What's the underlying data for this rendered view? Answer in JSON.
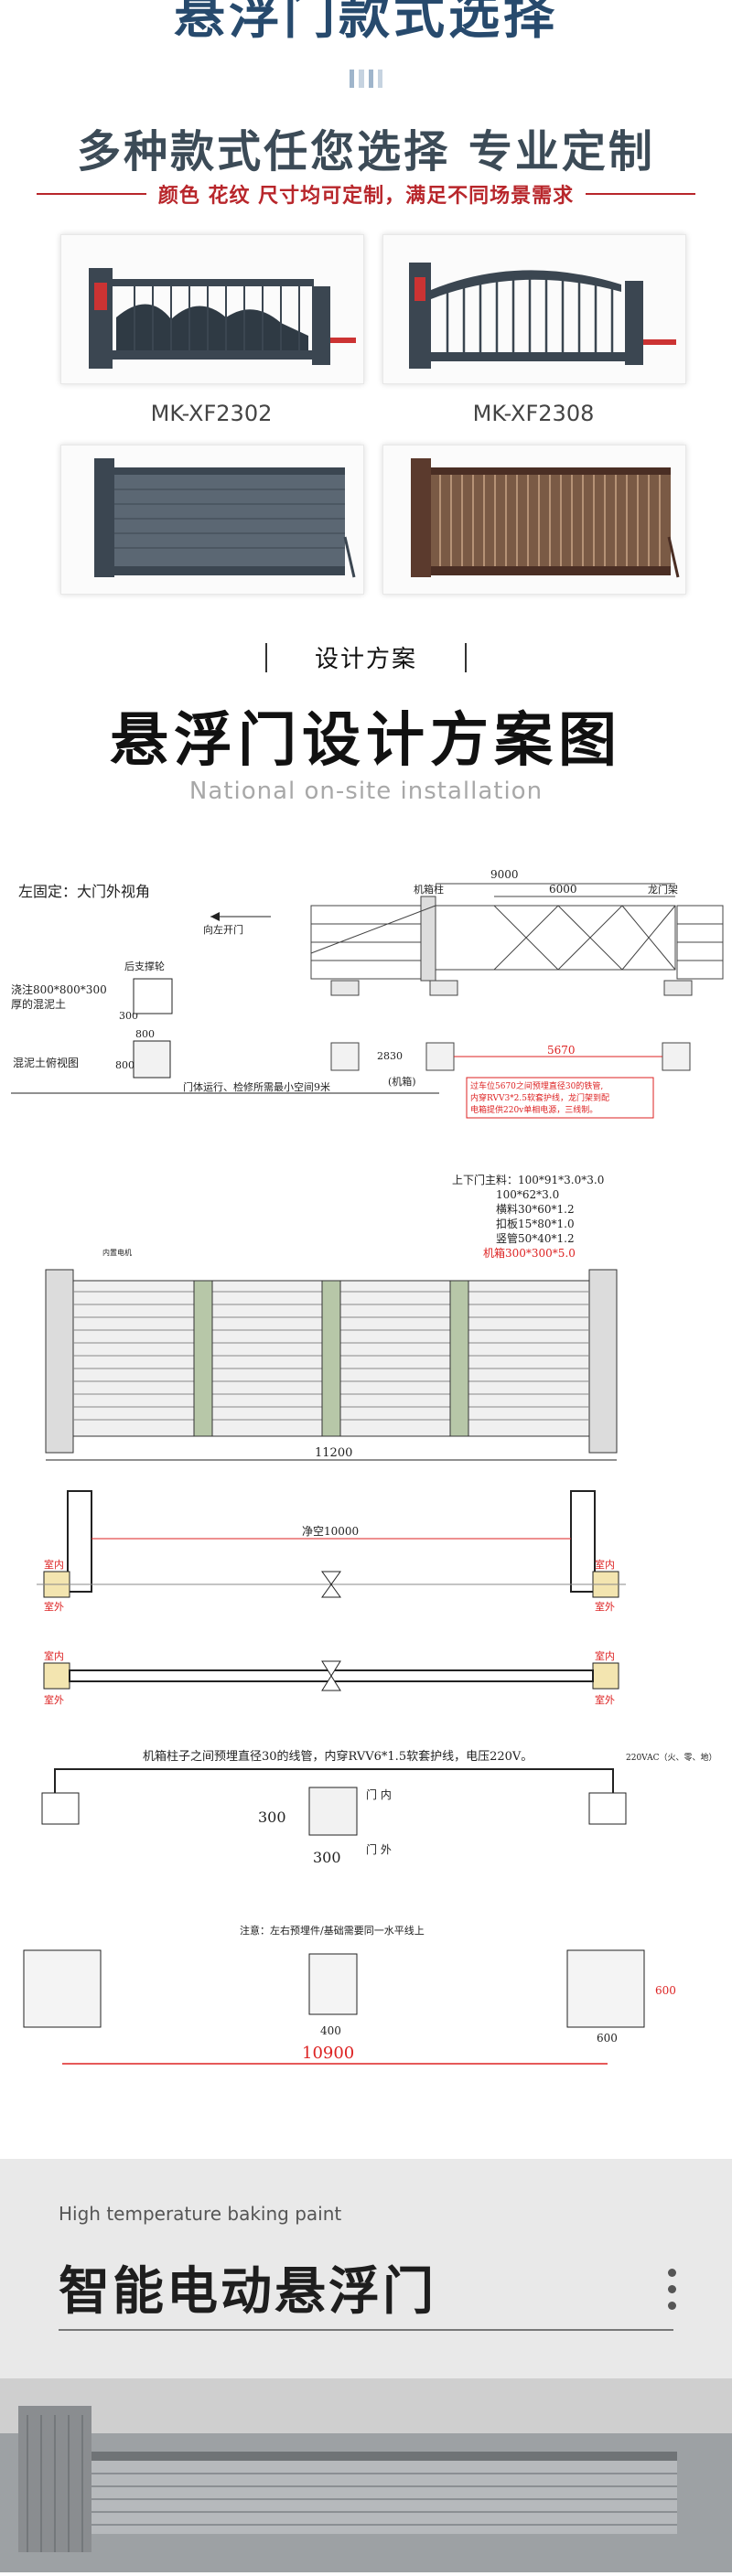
{
  "header": {
    "title": "悬浮门款式选择",
    "subtitle": "多种款式任您选择  专业定制",
    "tagline": "颜色 花纹 尺寸均可定制，满足不同场景需求",
    "bar_colors": [
      "#9fb5cb",
      "#c6d3e0",
      "#9fb5cb",
      "#c6d3e0"
    ]
  },
  "products": [
    {
      "label": "MK-XF2302"
    },
    {
      "label": "MK-XF2308"
    },
    {
      "label": ""
    },
    {
      "label": ""
    }
  ],
  "design": {
    "section_label": "设计方案",
    "title": "悬浮门设计方案图",
    "title_en": "National on-site installation"
  },
  "drawing1": {
    "left_fixed": "左固定：大门外视角",
    "open_left": "向左开门",
    "rear_wheel": "后支撑轮",
    "concrete": "浇注800*800*300",
    "concrete2": "厚的混泥土",
    "dim_300": "300",
    "dim_800": "800",
    "dim_800b": "800",
    "plan_label": "混泥土俯视图",
    "machine_post": "机箱柱",
    "dragon_head": "龙门架",
    "dim_9000": "9000",
    "dim_6000": "6000",
    "dim_2830": "2830",
    "dim_5670": "5670",
    "machine_box": "(机箱)",
    "space_note": "门体运行、检修所需最小空间9米",
    "red_note1": "过车位5670之间预埋直径30的铁管,",
    "red_note2": "内穿RVV3*2.5软套护线，龙门架到配",
    "red_note3": "电箱提供220v单相电源，三线制。"
  },
  "drawing2": {
    "spec1": "上下门主料：100*91*3.0*3.0",
    "spec2": "100*62*3.0",
    "spec3": "横料30*60*1.2",
    "spec4": "扣板15*80*1.0",
    "spec5": "竖管50*40*1.2",
    "spec6": "机箱300*300*5.0",
    "motor": "内置电机",
    "width": "11200",
    "clear": "净空10000",
    "in1": "室内",
    "out1": "室外",
    "in2": "室内",
    "out2": "室外",
    "in3": "室内",
    "out3": "室外",
    "in4": "室内",
    "out4": "室外",
    "pipe_note": "机箱柱子之间预埋直径30的线管，内穿RVV6*1.5软套护线，电压220V。",
    "power": "220VAC（火、零、地）",
    "door_in": "门  内",
    "door_out": "门  外",
    "d300a": "300",
    "d300b": "300",
    "foundation_note": "注意：左右预埋件/基础需要同一水平线上",
    "d400": "400",
    "d600a": "600",
    "d600b": "600",
    "d10900": "10900"
  },
  "banner": {
    "small": "High temperature baking paint",
    "title": "智能电动悬浮门"
  },
  "colors": {
    "navy": "#274a6d",
    "red": "#b8262b",
    "gate_dark": "#3b4651",
    "gate_brown": "#5b3a2d"
  }
}
